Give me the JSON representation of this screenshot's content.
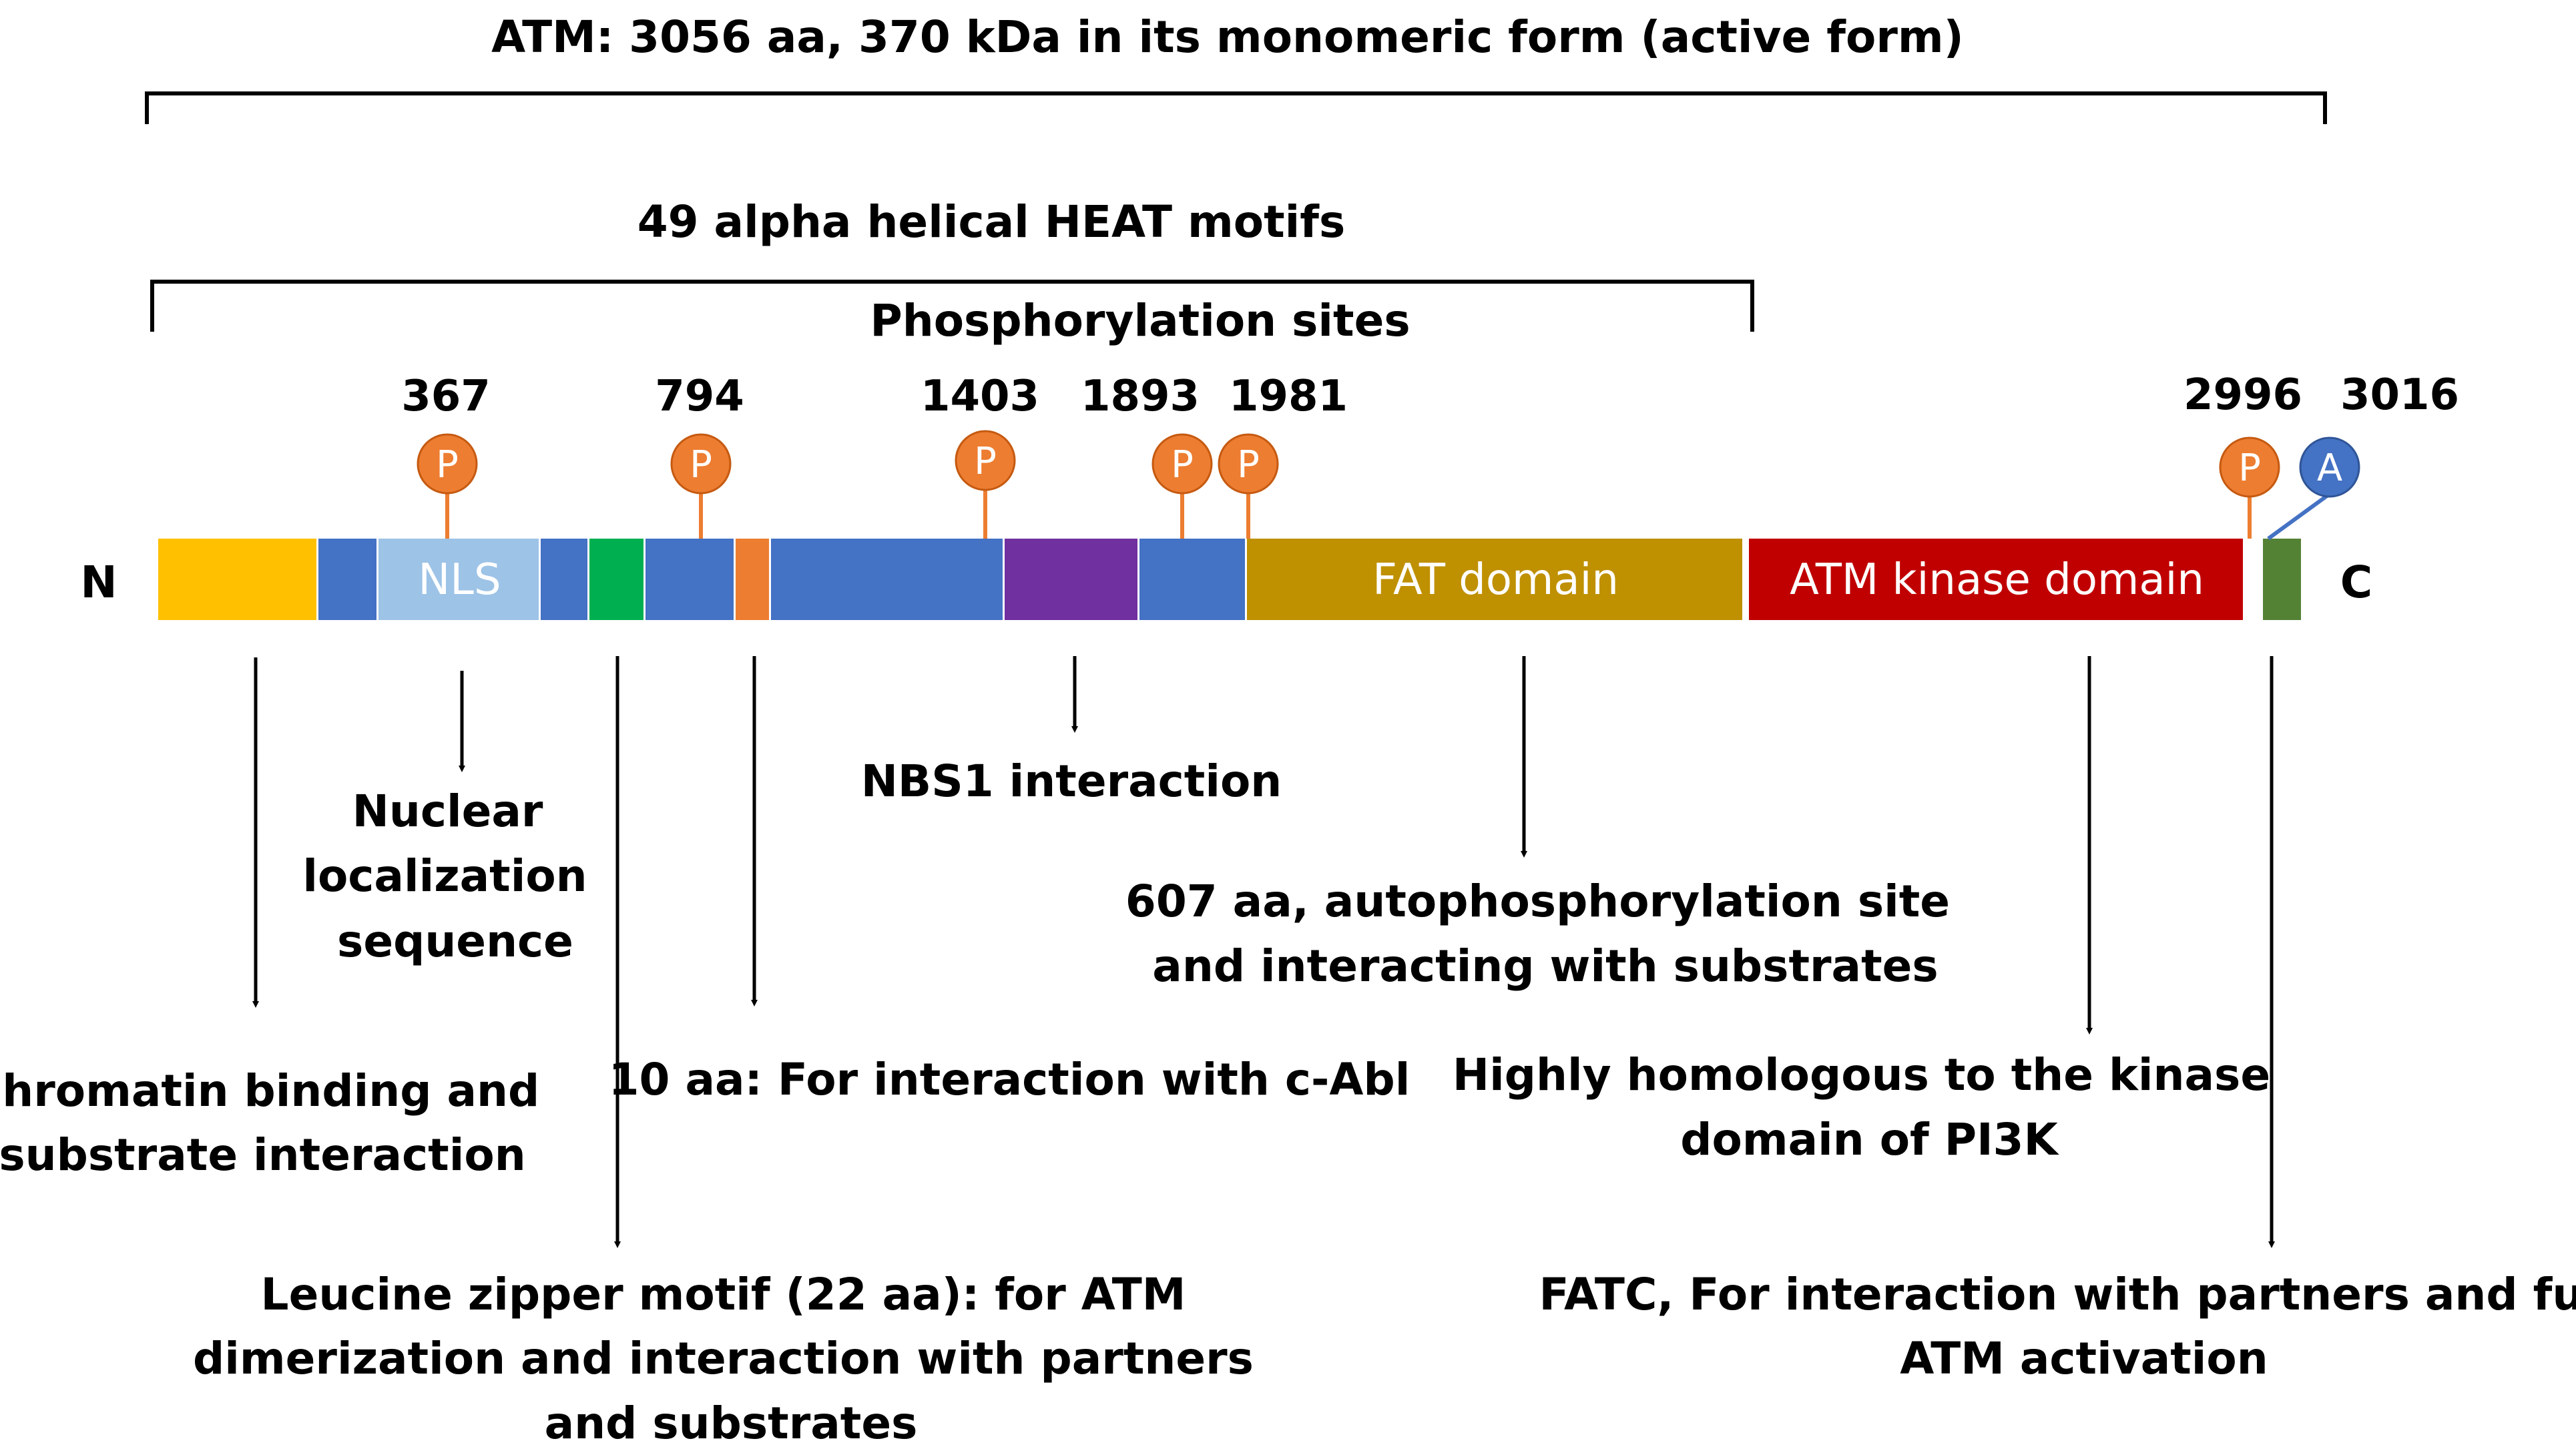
{
  "title": {
    "bold": "ATM",
    "rest": ": 3056 aa, 370 kDa in its monomeric form (active form)"
  },
  "heat_label": "49 alpha helical HEAT motifs",
  "phospho_label": "Phosphorylation sites",
  "terminals": {
    "n": "N",
    "c": "C"
  },
  "segments": [
    {
      "id": "yellow",
      "label": "",
      "color": "#FFC000"
    },
    {
      "id": "blue-1",
      "label": "",
      "color": "#4472C4"
    },
    {
      "id": "nls",
      "label": "NLS",
      "color": "#9DC3E6"
    },
    {
      "id": "blue-2",
      "label": "",
      "color": "#4472C4"
    },
    {
      "id": "green",
      "label": "",
      "color": "#00B050"
    },
    {
      "id": "blue-3",
      "label": "",
      "color": "#4472C4"
    },
    {
      "id": "orange",
      "label": "",
      "color": "#ED7D31"
    },
    {
      "id": "blue-4",
      "label": "",
      "color": "#4472C4"
    },
    {
      "id": "purple",
      "label": "",
      "color": "#7030A0"
    },
    {
      "id": "blue-5",
      "label": "",
      "color": "#4472C4"
    },
    {
      "id": "fat",
      "label": "FAT domain",
      "color": "#BF9000"
    },
    {
      "id": "kinase",
      "label": "ATM kinase domain",
      "color": "#C00000"
    },
    {
      "id": "fatc",
      "label": "",
      "color": "#548235"
    }
  ],
  "sites": [
    {
      "position": "367",
      "letter": "P",
      "type": "phosphorylation",
      "color": "#ED7D31"
    },
    {
      "position": "794",
      "letter": "P",
      "type": "phosphorylation",
      "color": "#ED7D31"
    },
    {
      "position": "1403",
      "letter": "P",
      "type": "phosphorylation",
      "color": "#ED7D31"
    },
    {
      "position": "1893",
      "letter": "P",
      "type": "phosphorylation",
      "color": "#ED7D31"
    },
    {
      "position": "1981",
      "letter": "P",
      "type": "phosphorylation",
      "color": "#ED7D31"
    },
    {
      "position": "2996",
      "letter": "P",
      "type": "phosphorylation",
      "color": "#ED7D31"
    },
    {
      "position": "3016",
      "letter": "A",
      "type": "acetylation",
      "color": "#4472C4"
    }
  ],
  "annotations": {
    "chromatin": [
      "Chromatin binding and",
      "substrate interaction"
    ],
    "nls": [
      "Nuclear",
      "localization",
      "sequence"
    ],
    "leucine": [
      "Leucine zipper motif (22 aa): for ATM",
      "dimerization and interaction with partners",
      "and substrates"
    ],
    "cabl": [
      "10 aa: For interaction with c-Abl"
    ],
    "nbs1": [
      "NBS1 interaction"
    ],
    "fat": [
      "607 aa, autophosphorylation site",
      "and interacting with substrates"
    ],
    "kinase": [
      "Highly homologous to the kinase",
      "domain of PI3K"
    ],
    "fatc": [
      "FATC, For interaction with partners and full",
      "ATM activation"
    ]
  }
}
